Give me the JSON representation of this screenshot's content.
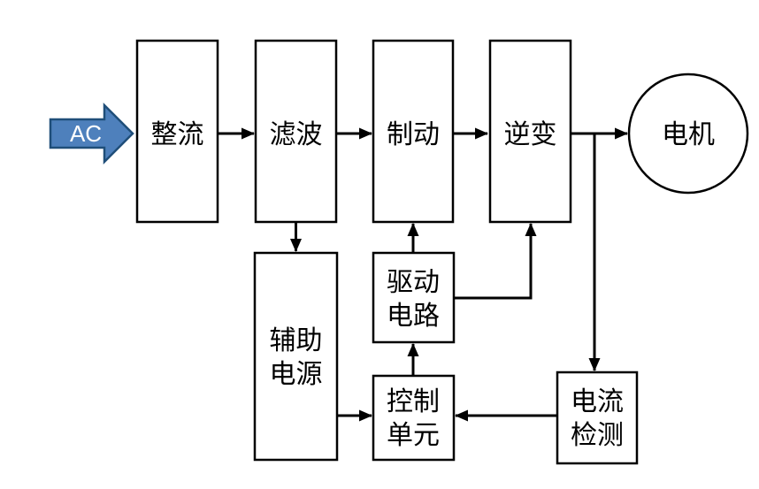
{
  "diagram": {
    "type": "block-diagram",
    "input_arrow": {
      "label": "AC",
      "fill": "#4E80BC",
      "stroke": "#1F4E79",
      "text_color": "#FFFFFF"
    },
    "blocks": {
      "rectifier": {
        "label": "整流"
      },
      "filter": {
        "label": "滤波"
      },
      "brake": {
        "label": "制动"
      },
      "inverter": {
        "label": "逆变"
      },
      "motor": {
        "label": "电机"
      },
      "aux_power": {
        "lines": [
          "辅助",
          "电源"
        ]
      },
      "drive_circuit": {
        "lines": [
          "驱动",
          "电路"
        ]
      },
      "control_unit": {
        "lines": [
          "控制",
          "单元"
        ]
      },
      "current_sense": {
        "lines": [
          "电流",
          "检测"
        ]
      }
    },
    "edges": [
      {
        "from": "ac-input",
        "to": "rectifier"
      },
      {
        "from": "rectifier",
        "to": "filter"
      },
      {
        "from": "filter",
        "to": "brake"
      },
      {
        "from": "brake",
        "to": "inverter"
      },
      {
        "from": "inverter",
        "to": "motor"
      },
      {
        "from": "filter",
        "to": "aux_power"
      },
      {
        "from": "aux_power",
        "to": "control_unit"
      },
      {
        "from": "control_unit",
        "to": "drive_circuit"
      },
      {
        "from": "drive_circuit",
        "to": "brake"
      },
      {
        "from": "drive_circuit",
        "to": "inverter"
      },
      {
        "from": "current_sense",
        "to": "control_unit"
      },
      {
        "from": "inverter-output",
        "to": "current_sense"
      }
    ],
    "colors": {
      "line": "#000000",
      "box_border": "#000000",
      "box_fill": "#FFFFFF",
      "background": "#FFFFFF",
      "text": "#000000"
    }
  }
}
